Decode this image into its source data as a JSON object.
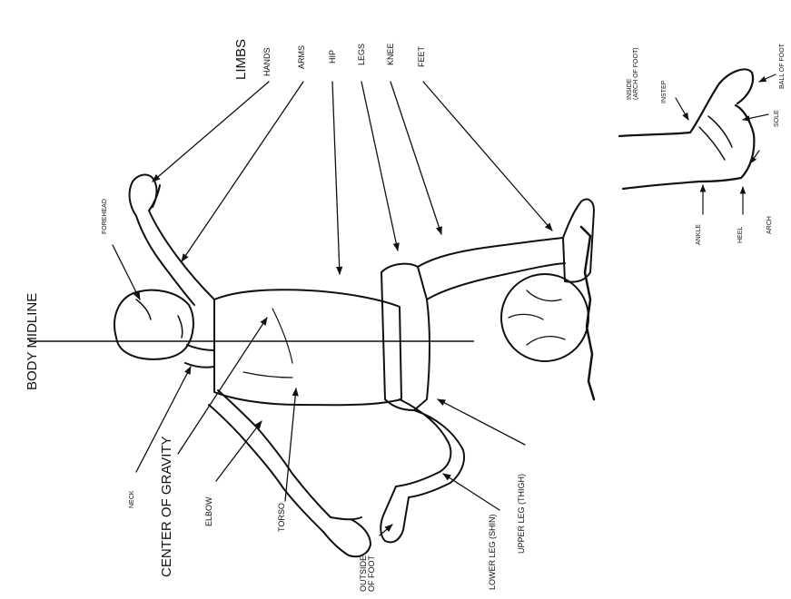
{
  "labels": {
    "body_midline": "BODY MIDLINE",
    "limbs": "LIMBS",
    "hands": "HANDS",
    "arms": "ARMS",
    "hip": "HIP",
    "legs": "LEGS",
    "knee": "KNEE",
    "feet": "FEET",
    "forehead": "FOREHEAD",
    "neck": "NECK",
    "center_of_gravity": "CENTER OF GRAVITY",
    "elbow": "ELBOW",
    "torso": "TORSO",
    "outside_of_foot": "OUTSIDE\nOF FOOT",
    "lower_leg": "LOWER LEG (SHIN)",
    "upper_leg": "UPPER LEG (THIGH)"
  },
  "foot_detail": {
    "inside": "INSIDE\n(ARCH OF FOOT)",
    "instep": "INSTEP",
    "ball_of_foot": "BALL OF FOOT",
    "sole": "SOLE",
    "arch": "ARCH",
    "heel": "HEEL",
    "ankle": "ANKLE"
  }
}
